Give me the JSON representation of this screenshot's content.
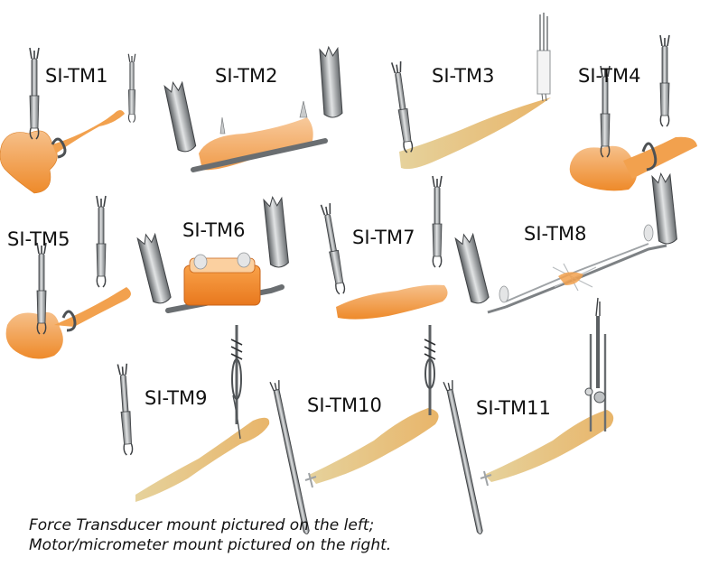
{
  "mounts": [
    {
      "id": "tm1",
      "label": "SI-TM1"
    },
    {
      "id": "tm2",
      "label": "SI-TM2"
    },
    {
      "id": "tm3",
      "label": "SI-TM3"
    },
    {
      "id": "tm4",
      "label": "SI-TM4"
    },
    {
      "id": "tm5",
      "label": "SI-TM5"
    },
    {
      "id": "tm6",
      "label": "SI-TM6"
    },
    {
      "id": "tm7",
      "label": "SI-TM7"
    },
    {
      "id": "tm8",
      "label": "SI-TM8"
    },
    {
      "id": "tm9",
      "label": "SI-TM9"
    },
    {
      "id": "tm10",
      "label": "SI-TM10"
    },
    {
      "id": "tm11",
      "label": "SI-TM11"
    }
  ],
  "caption": {
    "line1": "Force Transducer mount pictured on the left;",
    "line2": "Motor/micrometer mount pictured on the right."
  },
  "colors": {
    "tissue_orange": "#f0962e",
    "tissue_tan": "#e9c27d",
    "steel": "#8f9396",
    "steel_light": "#d6d8d9",
    "steel_dark": "#4d5154"
  }
}
